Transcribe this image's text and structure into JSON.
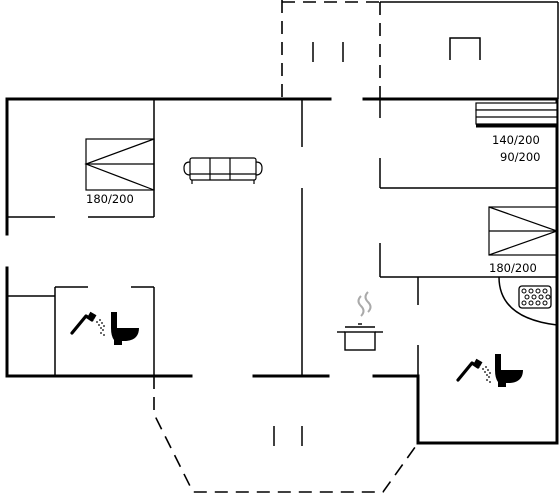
{
  "plan": {
    "bed_labels": {
      "bedroom_left": "180/200",
      "bedroom_right_top_a": "140/200",
      "bedroom_right_top_b": "90/200",
      "bedroom_right_bottom": "180/200"
    },
    "icons": [
      "sofa-icon",
      "bed-icon",
      "shower-icon",
      "toilet-icon",
      "cooking-pot-icon",
      "hot-tub-icon"
    ]
  }
}
